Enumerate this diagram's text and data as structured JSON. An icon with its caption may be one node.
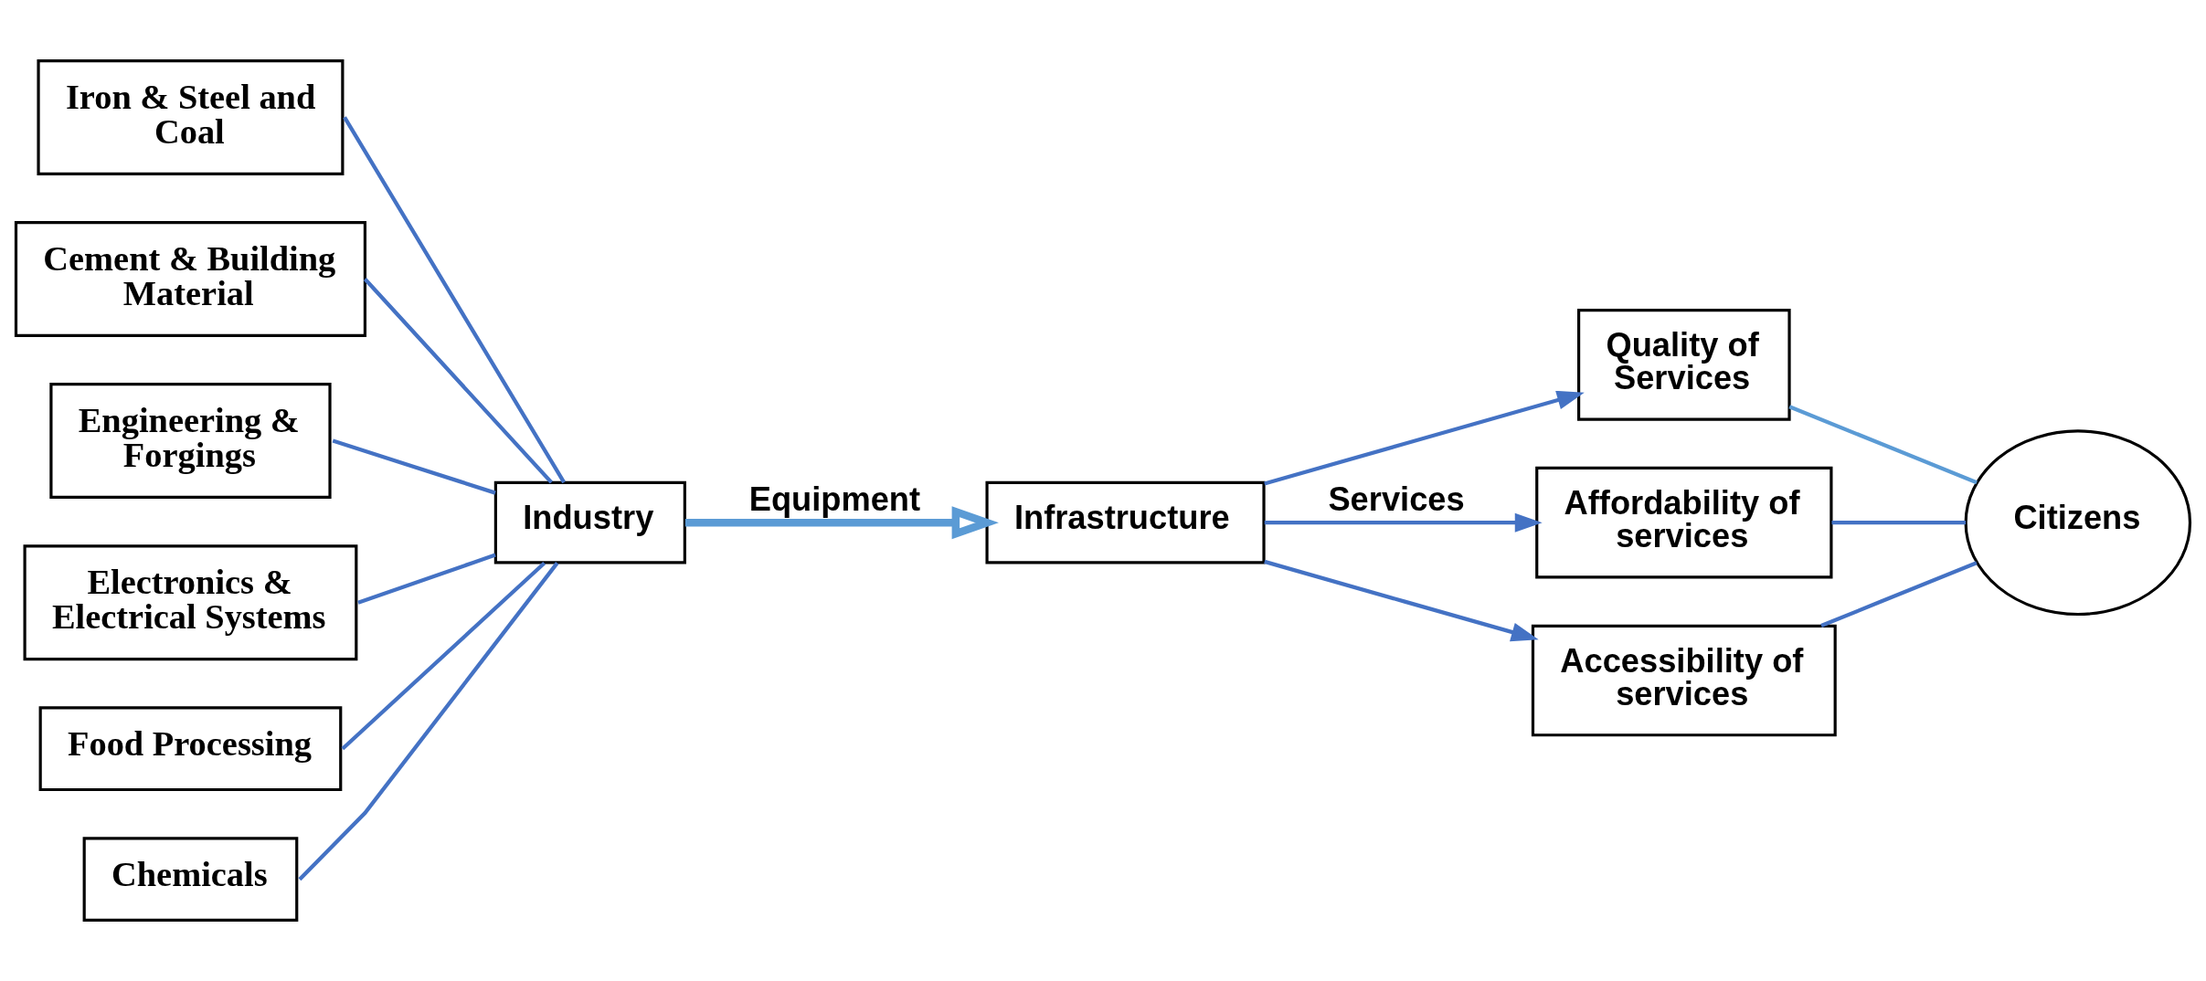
{
  "diagram": {
    "nodes": [
      {
        "text": [
          "Iron & Steel and Coal"
        ]
      },
      {
        "text": [
          "Cement & Building Material"
        ]
      },
      {
        "text": [
          "Engineering & Forgings"
        ]
      },
      {
        "text": [
          "Electronics & Electrical Systems"
        ]
      },
      {
        "text": [
          "Food Processing"
        ]
      },
      {
        "text": [
          "Chemicals"
        ]
      },
      {
        "text": [
          "Industry"
        ]
      },
      {
        "text": [
          "Infrastructure"
        ]
      },
      {
        "text": [
          "Quality of Services"
        ]
      },
      {
        "text": [
          "Affordability of services"
        ]
      },
      {
        "text": [
          "Accessibility of services"
        ]
      },
      {
        "text": [
          "Citizens"
        ]
      }
    ],
    "edges": [
      {
        "from": 0,
        "to": 6,
        "arrow": "none"
      },
      {
        "from": 1,
        "to": 6,
        "arrow": "none"
      },
      {
        "from": 2,
        "to": 6,
        "arrow": "none"
      },
      {
        "from": 3,
        "to": 6,
        "arrow": "none"
      },
      {
        "from": 4,
        "to": 6,
        "arrow": "none"
      },
      {
        "from": 5,
        "to": 6,
        "arrow": "none"
      },
      {
        "from": 6,
        "to": 7,
        "arrow": "to",
        "label": "Equipment",
        "style": "thick",
        "color": "#5b9bd5"
      },
      {
        "from": 7,
        "to": 8,
        "arrow": "to"
      },
      {
        "from": 7,
        "to": 9,
        "arrow": "to",
        "label": "Services"
      },
      {
        "from": 7,
        "to": 10,
        "arrow": "to"
      },
      {
        "from": 8,
        "to": 11,
        "arrow": "none",
        "color": "#5b9bd5"
      },
      {
        "from": 9,
        "to": 11,
        "arrow": "none"
      },
      {
        "from": 10,
        "to": 11,
        "arrow": "none"
      }
    ]
  }
}
